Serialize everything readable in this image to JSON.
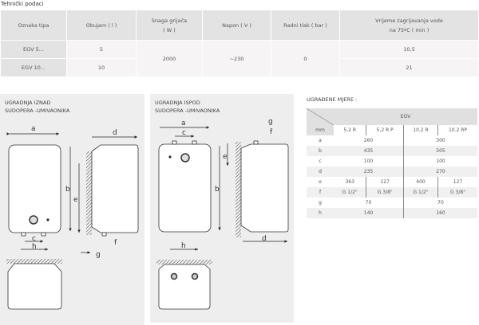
{
  "title": "Tehnički podaci",
  "spec": {
    "headers": [
      "Oznaka tipa",
      "Obujam ( l )",
      "Snaga grijača",
      "( W )",
      "Napon ( V )",
      "Radni tlak ( bar )",
      "Vrijeme zagrijavanja vode",
      "na 75ºC ( min )"
    ],
    "rows": [
      {
        "type": "EGV 5...",
        "volume": "5",
        "time": "10,5"
      },
      {
        "type": "EGV 10...",
        "volume": "10",
        "time": "21"
      }
    ],
    "power": "2000",
    "voltage": "~230",
    "pressure": "0"
  },
  "left_panel": {
    "title1": "UGRADNJA IZNAD",
    "title2": "SUDOPERA -UMIVAONIKA",
    "labels": {
      "a": "a",
      "b": "b",
      "c": "c",
      "d": "d",
      "e": "e",
      "f": "f",
      "g": "g",
      "h": "h"
    }
  },
  "right_panel": {
    "title1": "UGRADNJA ISPOD",
    "title2": "SUDOPERA -UMIVAONIKA"
  },
  "dims": {
    "title": "UGRAĐENE MJERE :",
    "group": "EGV",
    "unit": "mm",
    "models": [
      "5.2 R",
      "5.2 R P",
      "10.2 R",
      "10.2 RP"
    ],
    "rows": [
      {
        "k": "a",
        "v5": "260",
        "v10": "300"
      },
      {
        "k": "b",
        "v5": "435",
        "v10": "505"
      },
      {
        "k": "c",
        "v5": "100",
        "v10": "100"
      },
      {
        "k": "d",
        "v5": "235",
        "v10": "270"
      },
      {
        "k": "e",
        "s": [
          "363",
          "127",
          "400",
          "127"
        ]
      },
      {
        "k": "f",
        "s": [
          "G 1/2\"",
          "G 3/8\"",
          "G 1/2\"",
          "G 3/8\""
        ]
      },
      {
        "k": "g",
        "v5": "70",
        "v10": "70"
      },
      {
        "k": "h",
        "v5": "140",
        "v10": "160"
      }
    ]
  }
}
